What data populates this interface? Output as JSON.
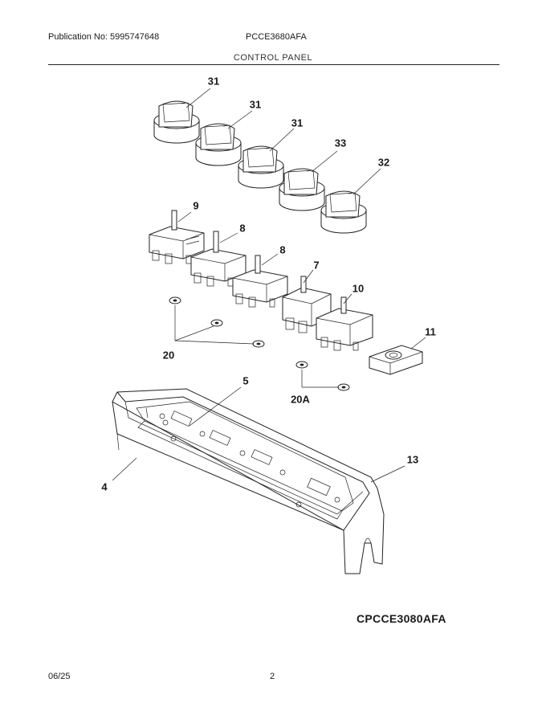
{
  "header": {
    "publication": "Publication No: 5995747648",
    "model": "PCCE3680AFA",
    "section": "CONTROL PANEL"
  },
  "callouts": [
    {
      "id": "c-31a",
      "label": "31"
    },
    {
      "id": "c-31b",
      "label": "31"
    },
    {
      "id": "c-31c",
      "label": "31"
    },
    {
      "id": "c-33",
      "label": "33"
    },
    {
      "id": "c-32",
      "label": "32"
    },
    {
      "id": "c-9",
      "label": "9"
    },
    {
      "id": "c-8a",
      "label": "8"
    },
    {
      "id": "c-8b",
      "label": "8"
    },
    {
      "id": "c-7",
      "label": "7"
    },
    {
      "id": "c-10",
      "label": "10"
    },
    {
      "id": "c-11",
      "label": "11"
    },
    {
      "id": "c-20",
      "label": "20"
    },
    {
      "id": "c-20a",
      "label": "20A"
    },
    {
      "id": "c-5",
      "label": "5"
    },
    {
      "id": "c-13",
      "label": "13"
    },
    {
      "id": "c-4",
      "label": "4"
    }
  ],
  "drawing_ref": "CPCCE3080AFA",
  "footer": {
    "date": "06/25",
    "page": "2"
  }
}
